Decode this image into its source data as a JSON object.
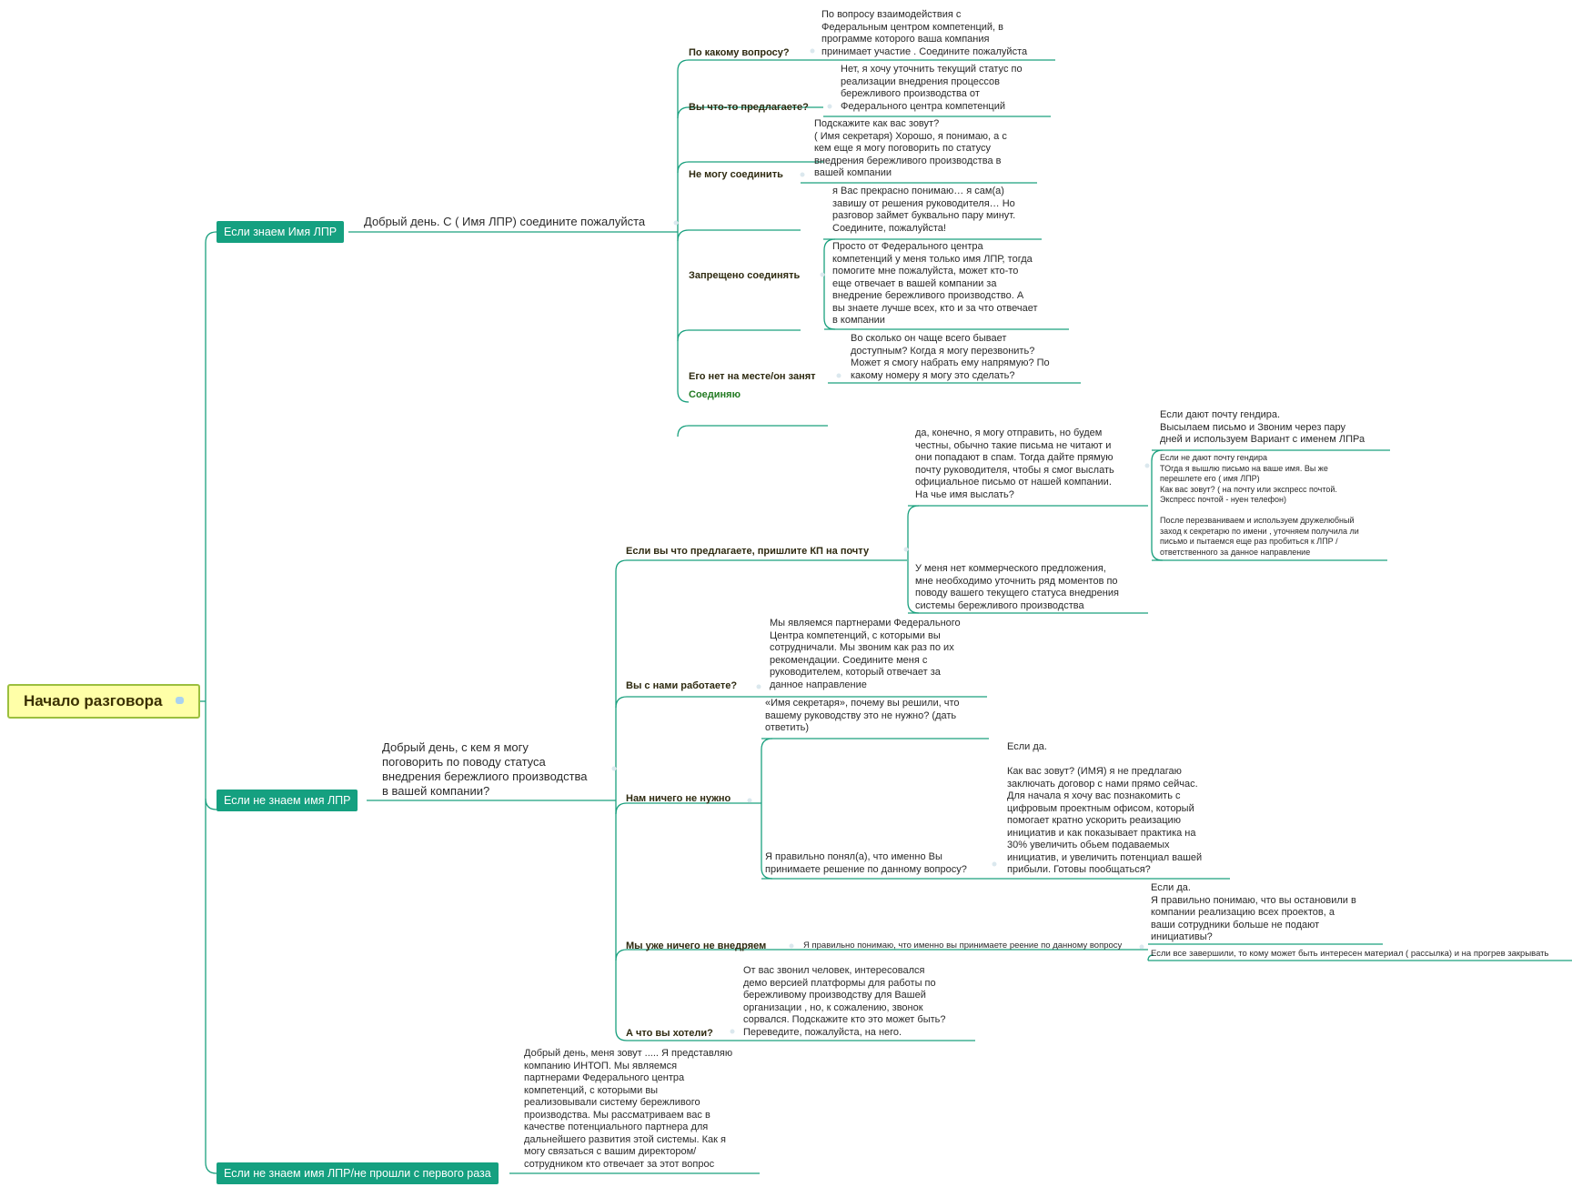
{
  "root": {
    "label": "Начало разговора"
  },
  "branches": [
    "Если знаем Имя ЛПР",
    "Если не знаем имя ЛПР",
    "Если не знаем имя ЛПР/не прошли с первого раза"
  ],
  "b1": {
    "greeting": "Добрый день. С ( Имя ЛПР) соедините пожалуйста",
    "q1": "По какому вопросу?",
    "a1": "По вопросу взаимодействия с\nФедеральным центром компетенций, в\nпрограмме которого ваша компания\nпринимает участие . Соедините пожалуйста",
    "q2": "Вы что-то предлагаете?",
    "a2": "Нет, я хочу уточнить текущий статус по\nреализации внедрения процессов\nбережливого производства от\nФедерального центра компетенций",
    "q3": "Не могу соединить",
    "a3": "Подскажите как вас зовут?\n( Имя секретаря) Хорошо, я понимаю, а с\nкем еще я могу поговорить по статусу\nвнедрения бережливого производства в\nвашей компании",
    "q4": "Запрещено соединять",
    "a4a": "я Вас прекрасно понимаю… я сам(а)\nзавишу от решения руководителя… Но\nразговор займет буквально пару минут.\nСоедините, пожалуйста!",
    "a4b": "Просто от Федерального центра\nкомпетенций у меня только имя ЛПР, тогда\nпомогите мне пожалуйста, может  кто-то\nеще отвечает в вашей компании за\nвнедрение  бережливого производство. А\nвы знаете лучше всех, кто и за что отвечает\nв компании",
    "q5": "Его нет на месте/он занят",
    "a5": "Во сколько он чаще всего бывает\nдоступным? Когда я могу перезвонить?\nМожет я  смогу набрать ему напрямую? По\nкакому номеру я могу это сделать?",
    "q6": "Соединяю"
  },
  "b2": {
    "greeting": "Добрый день, с кем я могу\nпоговорить по поводу статуса\nвнедрения бережлиого производства\nв вашей компании?",
    "q1": "Если вы что предлагаете, пришлите КП на почту",
    "a1a": "да, конечно, я могу отправить, но будем\nчестны, обычно такие письма не читают и\nони попадают в спам.  Тогда дайте прямую\nпочту руководителя, чтобы я смог выслать\nофициальное письмо  от нашей компании.\nНа чье имя выслать?",
    "a1a_1": "Если дают почту гендира.\n Высылаем письмо и Звоним через пару\nдней и используем Вариант с именем ЛПРа",
    "a1a_2": "Если не дают почту гендира\nТОгда я вышлю письмо на ваше имя. Вы же\nперешлете его ( имя ЛПР)\nКак вас зовут?  ( на почту или экспресс почтой.\nЭкспресс почтой - нуен телефон)\n\nПосле перезваниваем и используем дружелюбный\nзаход к секретарю по имени , уточняем получила ли\nписьмо и пытаемся еще раз пробиться к ЛПР /\nответственного за данное направление",
    "a1b": "У меня нет коммерческого предложения,\nмне необходимо уточнить ряд моментов по\nповоду вашего текущего статуса внедрения\nсистемы бережливого производства",
    "q2": "Вы с нами работаете?",
    "a2": "Мы являемся партнерами Федерального\nЦентра компетенций, с которыми вы\nсотрудничали. Мы звоним как раз по их\nрекомендации. Соедините меня с\nруководителем, который отвечает за\nданное направление",
    "q3": "Нам ничего не нужно",
    "a3a": "«Имя секретаря», почему вы решили, что\nвашему руководству это не нужно? (дать\nответить)",
    "a3b": "Я правильно понял(а), что именно Вы\nпринимаете решение по данному вопросу?",
    "a3b_1": "Если да.\n\nКак вас зовут? (ИМЯ) я не предлагаю\nзаключать договор с нами прямо сейчас.\nДля начала я хочу вас познакомить с\nцифровым проектным офисом, который\nпомогает кратно ускорить реаизацию\nинициатив и как показывает практика на\n30% увеличить обьем подаваемых\nинициатив, и увеличить потенциал вашей\nприбыли. Готовы пообщаться?",
    "q4": "Мы уже ничего не внедряем",
    "a4": "Я правильно понимаю, что именно вы принимаете реение по данному вопросу",
    "a4_1": "Если да.\nЯ правильно понимаю, что вы остановили в\nкомпании реализацию всех проектов, а\nваши сотрудники больше не подают\nинициативы?",
    "a4_2": "Если все завершили, то кому может быть интересен материал ( рассылка) и на прогрев закрывать",
    "q5": "А что вы хотели?",
    "a5": "От вас звонил человек, интересовался\nдемо версией платформы для работы по\nбережливому производству для Вашей\nорганизации , но, к сожалению, звонок\nсорвался. Подскажите кто это может быть?\nПереведите, пожалуйста, на него."
  },
  "b3": {
    "script": "Добрый день, меня зовут ..... Я представляю\nкомпанию ИНТОП. Мы являемся\nпартнерами Федерального центра\nкомпетенций, с которыми вы\nреализовывали систему бережливого\nпроизводства. Мы рассматриваем вас в\nкачестве потенциального партнера для\nдальнейшего развития этой системы. Как я\nмогу связаться с вашим директором/\nсотрудником кто отвечает за этот вопрос"
  },
  "colors": {
    "line": "#1aa07e",
    "green_node": "#15a080",
    "root_fill": "#ffffa8",
    "root_border": "#9bbf3e"
  }
}
